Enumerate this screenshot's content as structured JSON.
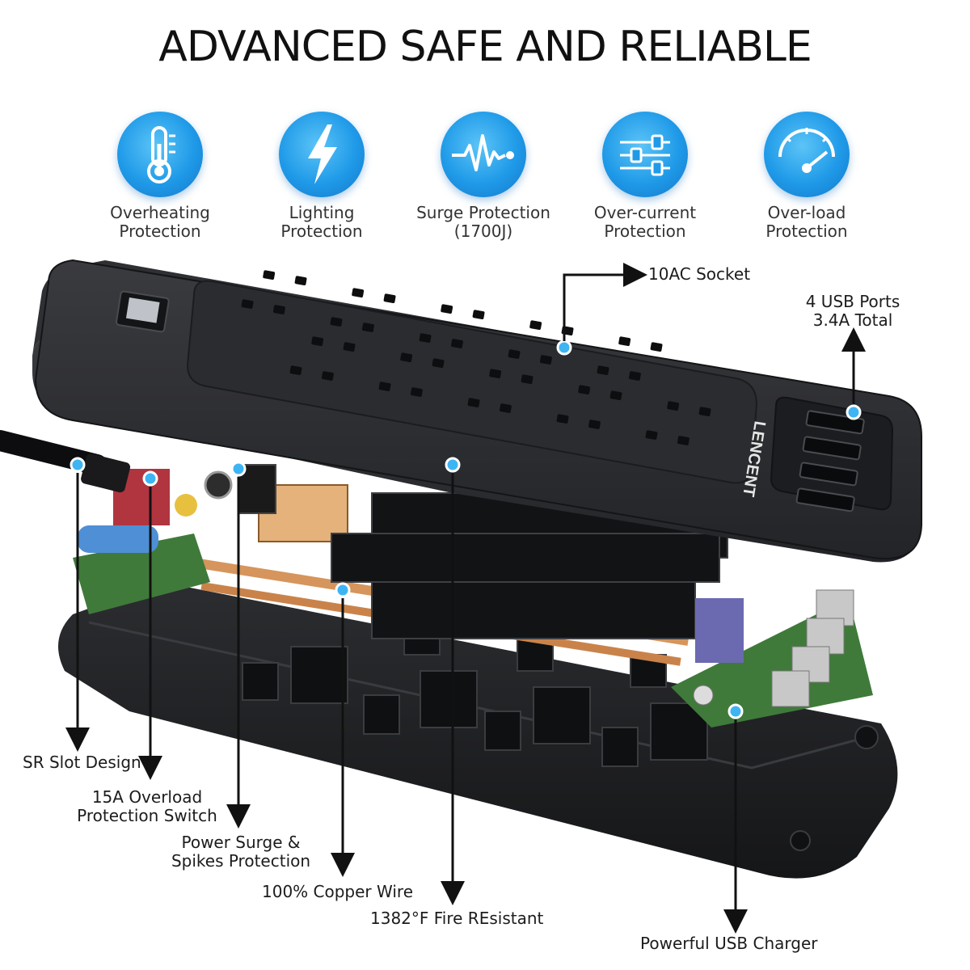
{
  "title": "ADVANCED SAFE AND RELIABLE",
  "features": [
    {
      "line1": "Overheating",
      "line2": "Protection",
      "icon": "thermometer-icon"
    },
    {
      "line1": "Lighting",
      "line2": "Protection",
      "icon": "lightning-bolt-icon"
    },
    {
      "line1": "Surge Protection",
      "line2": "(1700J)",
      "icon": "surge-wave-icon"
    },
    {
      "line1": "Over-current",
      "line2": "Protection",
      "icon": "circuit-switch-icon"
    },
    {
      "line1": "Over-load",
      "line2": "Protection",
      "icon": "gauge-icon"
    }
  ],
  "brand": "LENCENT",
  "callouts": {
    "ac_socket": "10AC Socket",
    "usb_ports_line1": "4 USB Ports",
    "usb_ports_line2": "3.4A Total",
    "sr_slot": "SR Slot Design",
    "overload_line1": "15A Overload",
    "overload_line2": "Protection Switch",
    "surge_line1": "Power Surge &",
    "surge_line2": "Spikes Protection",
    "copper": "100% Copper Wire",
    "fire": "1382°F Fire REsistant",
    "usb_charger": "Powerful USB Charger"
  },
  "colors": {
    "accent_blue": "#1f9ae8",
    "dot_blue": "#3fb4f2",
    "strip_black": "#2a2b2e",
    "pcb_green": "#3f7a3a",
    "copper": "#d6955c"
  }
}
